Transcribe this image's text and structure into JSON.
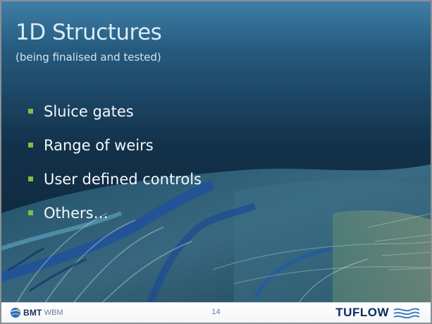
{
  "slide": {
    "title": "1D Structures",
    "subtitle": "(being finalised and tested)",
    "bullets": [
      {
        "label": "Sluice gates"
      },
      {
        "label": "Range of weirs"
      },
      {
        "label": "User defined controls"
      },
      {
        "label": "Others…"
      }
    ]
  },
  "footer": {
    "bmt_brand": "BMT",
    "bmt_sub": "WBM",
    "page_number": "14",
    "tuflow_logo": "TUFLOW"
  },
  "colors": {
    "bullet_marker": "#7fbf3f",
    "title_text": "#d9ecf6",
    "background_dark": "#0e2a3f",
    "tuflow_navy": "#0a2b61",
    "tuflow_wave": "#3f7fc4"
  },
  "icons": {
    "bmt_logo": "bmt-globe-icon",
    "tuflow_logo": "tuflow-waves-icon"
  }
}
